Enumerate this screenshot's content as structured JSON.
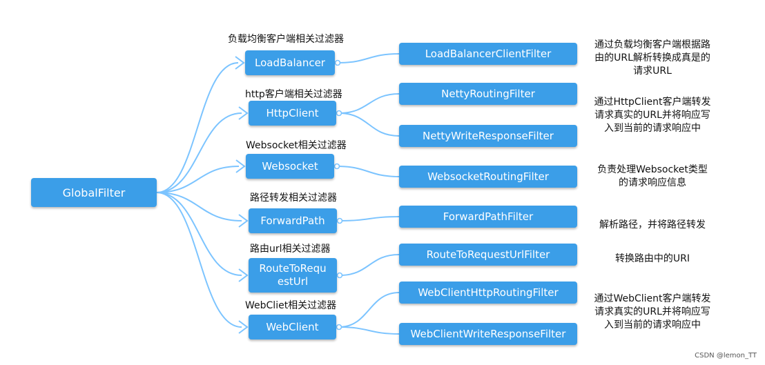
{
  "colors": {
    "node_fill": "#3b9ee8",
    "link": "#7cc4ff",
    "text_on_node": "#ffffff"
  },
  "root": {
    "label": "GlobalFilter"
  },
  "groups": [
    {
      "caption": "负载均衡客户端相关过滤器",
      "label": "LoadBalancer",
      "filters": [
        "LoadBalancerClientFilter"
      ],
      "description": [
        "通过负载均衡客户端根据路",
        "由的URL解析转换成真是的",
        "请求URL"
      ]
    },
    {
      "caption": "http客户端相关过滤器",
      "label": "HttpClient",
      "filters": [
        "NettyRoutingFilter",
        "NettyWriteResponseFilter"
      ],
      "description": [
        "通过HttpClient客户端转发",
        "请求真实的URL并将响应写",
        "入到当前的请求响应中"
      ]
    },
    {
      "caption": "Websocket相关过滤器",
      "label": "Websocket",
      "filters": [
        "WebsocketRoutingFilter"
      ],
      "description": [
        "负责处理Websocket类型",
        "的请求响应信息"
      ]
    },
    {
      "caption": "路径转发相关过滤器",
      "label": "ForwardPath",
      "filters": [
        "ForwardPathFilter"
      ],
      "description": [
        "解析路径，并将路径转发"
      ]
    },
    {
      "caption": "路由url相关过滤器",
      "label": "RouteToRequestUrl",
      "label_lines": [
        "RouteToRequ",
        "estUrl"
      ],
      "filters": [
        "RouteToRequestUrlFilter"
      ],
      "description": [
        "转换路由中的URI"
      ]
    },
    {
      "caption": "WebCliet相关过滤器",
      "label": "WebClient",
      "filters": [
        "WebClientHttpRoutingFilter",
        "WebClientWriteResponseFilter"
      ],
      "description": [
        "通过WebClient客户端转发",
        "请求真实的URL并将响应写",
        "入到当前的请求响应中"
      ]
    }
  ],
  "watermark": "CSDN @lemon_TT"
}
